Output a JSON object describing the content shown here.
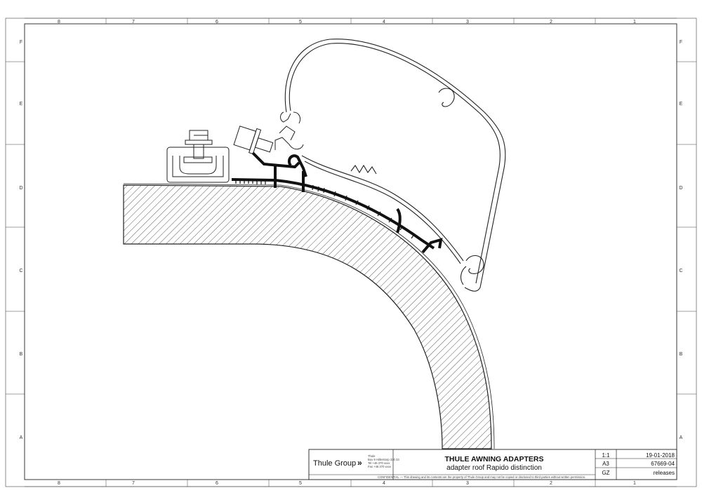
{
  "drawing": {
    "title": "THULE AWNING ADAPTERS",
    "subtitle": "adapter roof Rapido distinction",
    "company": "Thule Group",
    "company_mark": "»",
    "scale": "1:1",
    "sheet_size": "A3",
    "drawn_by": "GZ",
    "date": "19-01-2018",
    "drawing_number": "67669-04",
    "status": "releases",
    "address_lines": [
      "Thule",
      "Box 9 Hillerstorp 330 33",
      "Tel +46 370 xxxx",
      "Fax +46 370 xxxx"
    ],
    "disclaimer": "CONFIDENTIAL — This drawing and its contents are the property of Thule Group and may not be copied or disclosed to third parties without written permission."
  },
  "frame": {
    "columns_top": [
      "8",
      "7",
      "6",
      "5",
      "4",
      "3",
      "2",
      "1"
    ],
    "columns_bottom": [
      "8",
      "7",
      "6",
      "5",
      "4",
      "3",
      "2",
      "1"
    ],
    "rows": [
      "F",
      "E",
      "D",
      "C",
      "B",
      "A"
    ]
  },
  "colors": {
    "line": "#222222",
    "adapter_fill": "#111111",
    "hatch": "#333333",
    "background": "#ffffff"
  }
}
